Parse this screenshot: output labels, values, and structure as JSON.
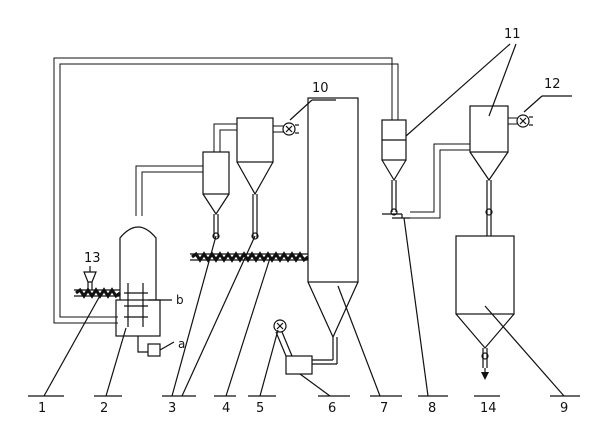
{
  "labels": {
    "bottom": [
      "1",
      "2",
      "3",
      "4",
      "5",
      "6",
      "7",
      "8",
      "9",
      "14"
    ],
    "top": [
      "10",
      "11",
      "12",
      "13"
    ],
    "letters": [
      "a",
      "b"
    ]
  }
}
